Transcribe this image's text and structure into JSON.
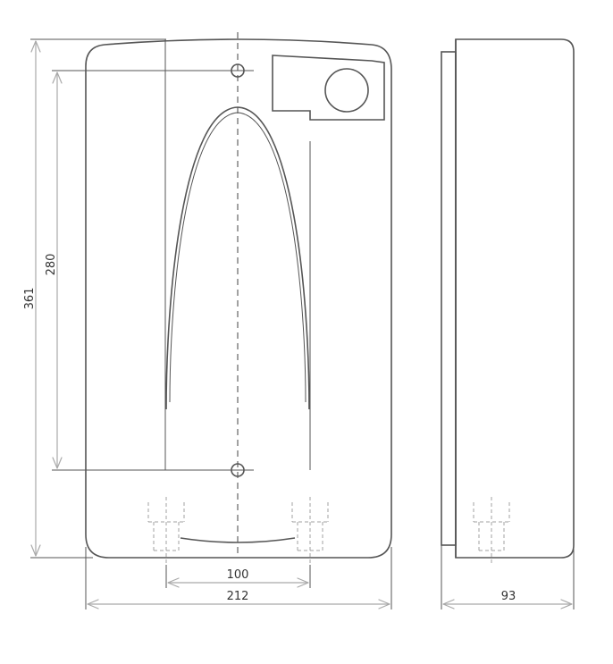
{
  "dimensions": {
    "total_height": "361",
    "mount_spacing_vertical": "280",
    "pipe_spacing": "100",
    "total_width": "212",
    "depth": "93"
  },
  "colors": {
    "outline": "#555555",
    "dimension_line": "#a9a9a9",
    "label": "#333333"
  }
}
